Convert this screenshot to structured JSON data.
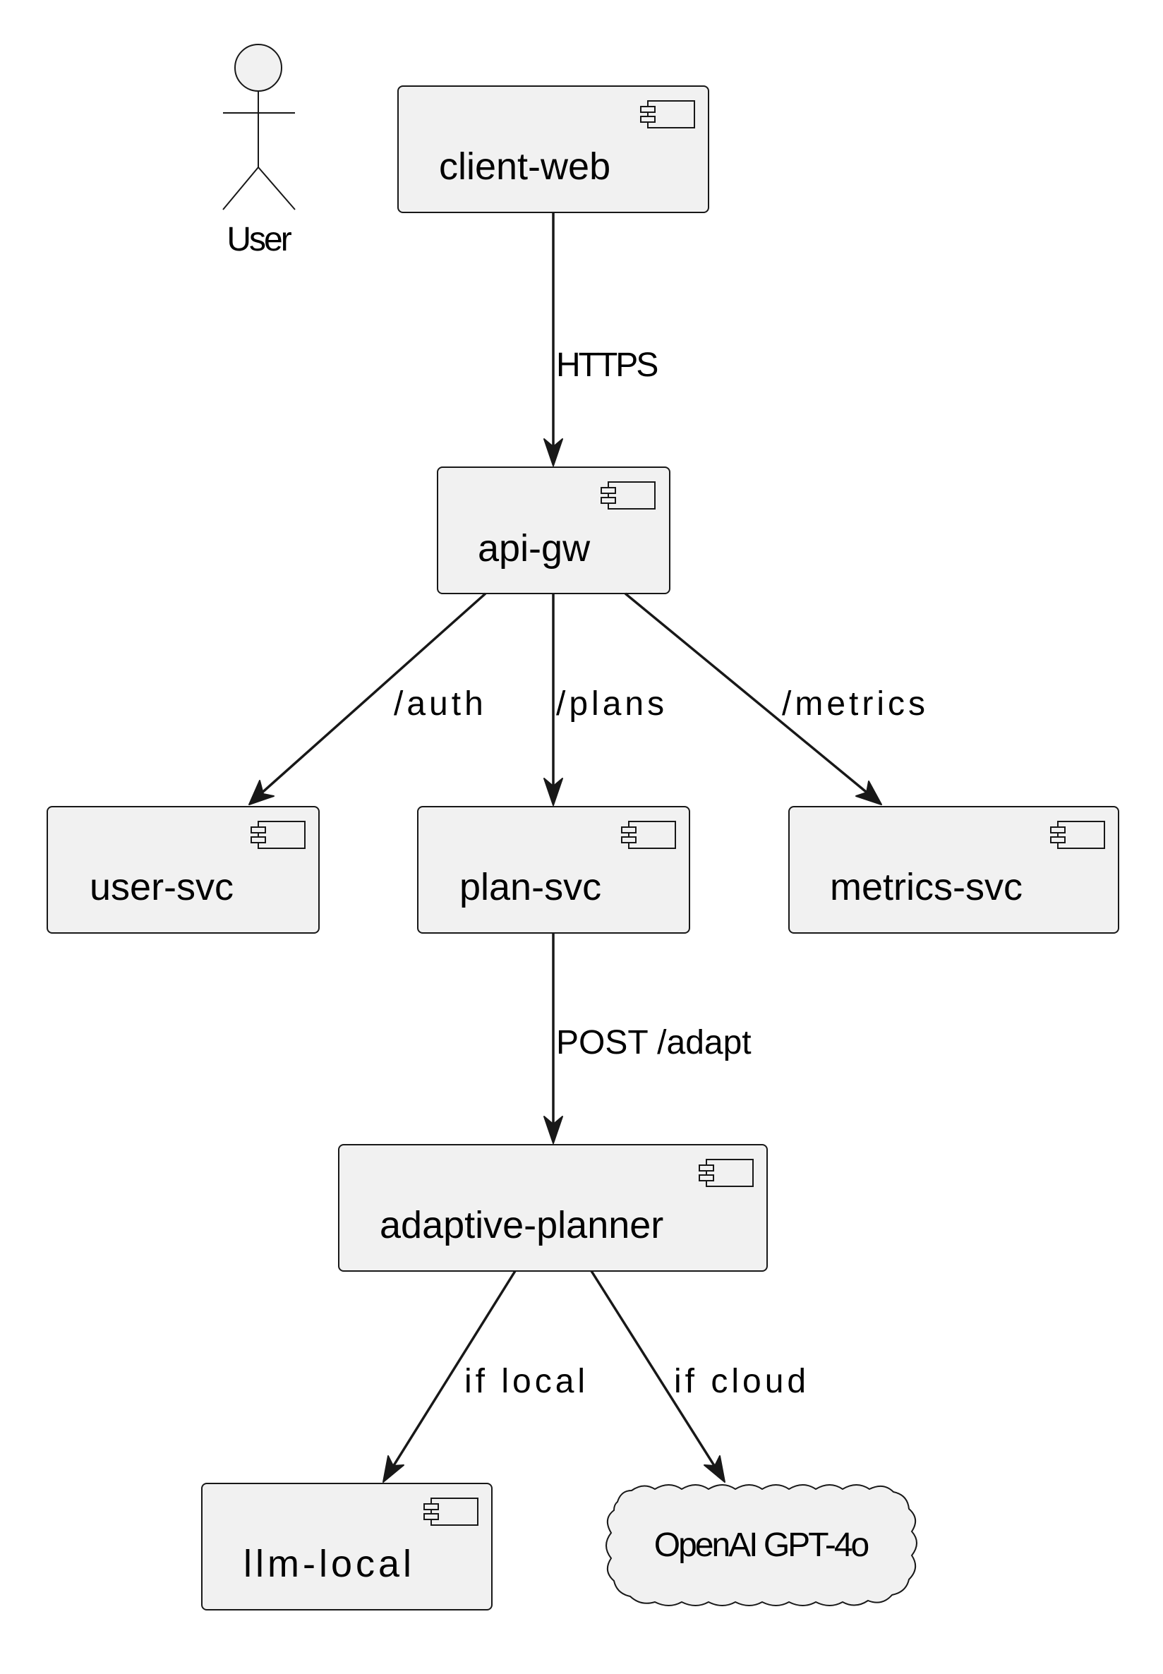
{
  "actor": {
    "label": "User"
  },
  "components": {
    "client_web": "client-web",
    "api_gw": "api-gw",
    "user_svc": "user-svc",
    "plan_svc": "plan-svc",
    "metrics_svc": "metrics-svc",
    "adaptive_planner": "adaptive-planner",
    "llm_local": "llm-local"
  },
  "cloud": {
    "label": "OpenAI GPT-4o"
  },
  "edges": {
    "https": "HTTPS",
    "auth": "/auth",
    "plans": "/plans",
    "metrics": "/metrics",
    "post_adapt": "POST /adapt",
    "if_local": "if local",
    "if_cloud": "if cloud"
  },
  "colors": {
    "node_fill": "#f1f1f1",
    "stroke": "#181818",
    "text": "#000000"
  }
}
